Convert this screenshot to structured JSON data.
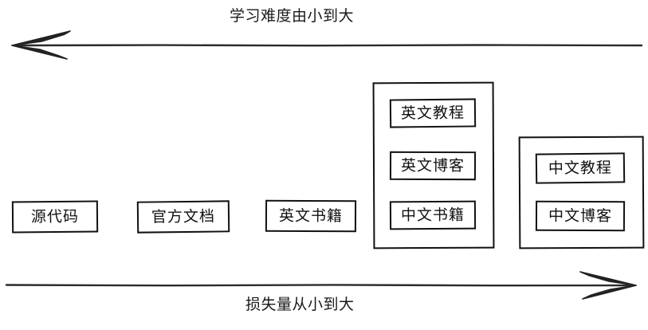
{
  "diagram": {
    "title_top": "学习难度由小到大",
    "title_bottom": "损失量从小到大",
    "axes": [
      {
        "name": "difficulty-axis",
        "label": "学习难度由小到大",
        "direction": "left",
        "position": "top",
        "meaning": "learning difficulty increases from small to large (toward the left)"
      },
      {
        "name": "loss-axis",
        "label": "损失量从小到大",
        "direction": "right",
        "position": "bottom",
        "meaning": "information loss increases from small to large (toward the right)"
      }
    ],
    "items": [
      {
        "id": "source-code",
        "label": "源代码",
        "group": null
      },
      {
        "id": "official-docs",
        "label": "官方文档",
        "group": null
      },
      {
        "id": "english-book",
        "label": "英文书籍",
        "group": null
      },
      {
        "id": "english-tutorial",
        "label": "英文教程",
        "group": "english-group"
      },
      {
        "id": "english-blog",
        "label": "英文博客",
        "group": "english-group"
      },
      {
        "id": "chinese-book",
        "label": "中文书籍",
        "group": "english-group"
      },
      {
        "id": "chinese-tutorial",
        "label": "中文教程",
        "group": "chinese-group"
      },
      {
        "id": "chinese-blog",
        "label": "中文博客",
        "group": "chinese-group"
      }
    ],
    "groups": [
      {
        "id": "english-group",
        "members": [
          "英文教程",
          "英文博客",
          "中文书籍"
        ]
      },
      {
        "id": "chinese-group",
        "members": [
          "中文教程",
          "中文博客"
        ]
      }
    ],
    "colors": {
      "stroke": "#111111",
      "text": "#1a1a1a",
      "background": "#ffffff"
    }
  }
}
